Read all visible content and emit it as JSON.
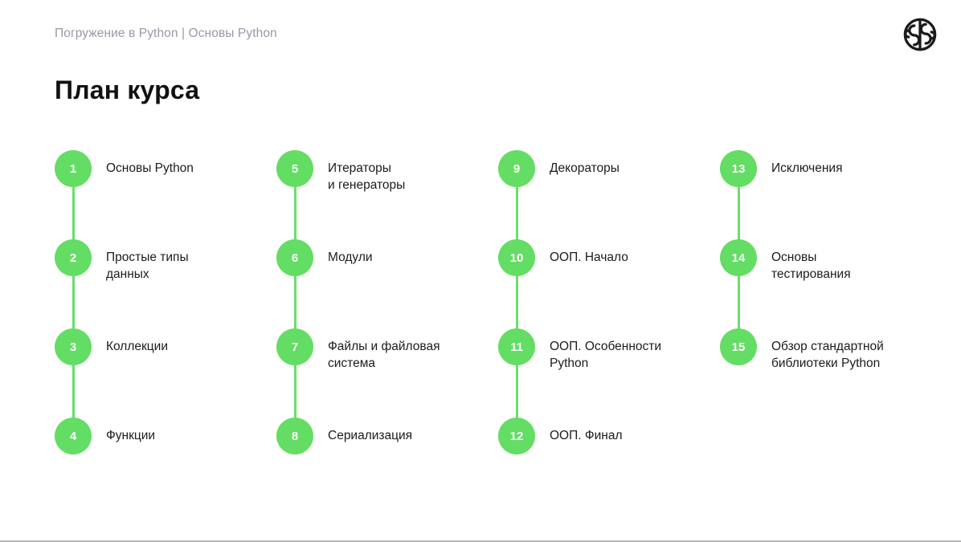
{
  "header": {
    "breadcrumb": "Погружение в Python | Основы Python",
    "logo_name": "brain-logo"
  },
  "title": "План курса",
  "colors": {
    "accent_green": "#63dd63",
    "connector_green": "#6edc6e",
    "title_text": "#111111",
    "body_text": "#1c1c1c",
    "breadcrumb_text": "#969aa5",
    "background": "#ffffff",
    "bottom_border": "#b8b8b8"
  },
  "columns": [
    {
      "items": [
        {
          "number": "1",
          "lines": [
            "Основы Python"
          ]
        },
        {
          "number": "2",
          "lines": [
            "Простые типы",
            "данных"
          ]
        },
        {
          "number": "3",
          "lines": [
            "Коллекции"
          ]
        },
        {
          "number": "4",
          "lines": [
            "Функции"
          ]
        }
      ]
    },
    {
      "items": [
        {
          "number": "5",
          "lines": [
            "Итераторы",
            "и генераторы"
          ]
        },
        {
          "number": "6",
          "lines": [
            "Модули"
          ]
        },
        {
          "number": "7",
          "lines": [
            "Файлы и файловая",
            "система"
          ]
        },
        {
          "number": "8",
          "lines": [
            "Сериализация"
          ]
        }
      ]
    },
    {
      "items": [
        {
          "number": "9",
          "lines": [
            "Декораторы"
          ]
        },
        {
          "number": "10",
          "lines": [
            "ООП. Начало"
          ]
        },
        {
          "number": "11",
          "lines": [
            "ООП. Особенности",
            "Python"
          ]
        },
        {
          "number": "12",
          "lines": [
            "ООП. Финал"
          ]
        }
      ]
    },
    {
      "items": [
        {
          "number": "13",
          "lines": [
            "Исключения"
          ]
        },
        {
          "number": "14",
          "lines": [
            "Основы",
            "тестирования"
          ]
        },
        {
          "number": "15",
          "lines": [
            "Обзор стандартной",
            "библиотеки Python"
          ]
        }
      ]
    }
  ]
}
